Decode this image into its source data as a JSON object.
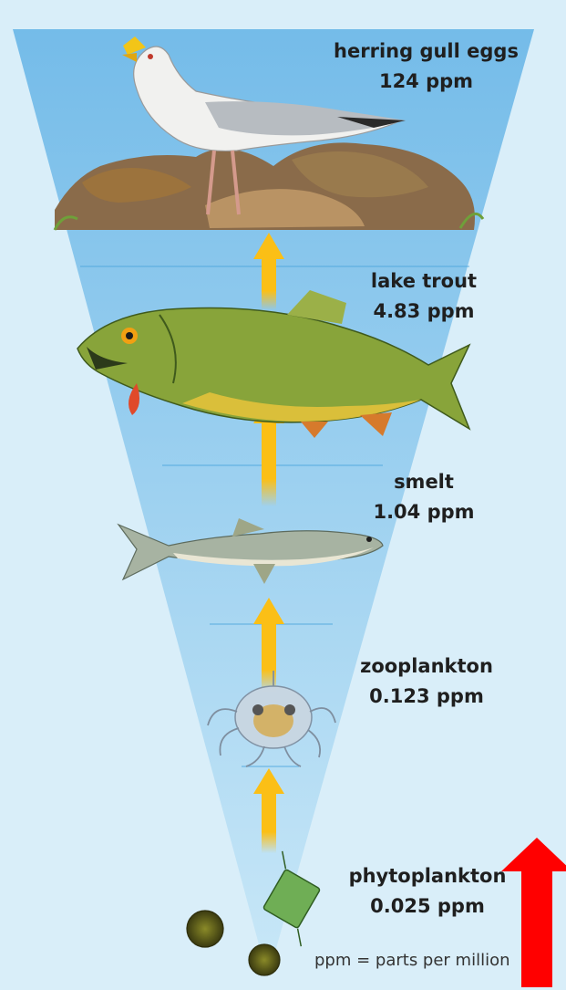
{
  "diagram": {
    "levels": [
      {
        "name": "herring gull eggs",
        "concentration": "124 ppm"
      },
      {
        "name": "lake trout",
        "concentration": "4.83 ppm"
      },
      {
        "name": "smelt",
        "concentration": "1.04 ppm"
      },
      {
        "name": "zooplankton",
        "concentration": "0.123 ppm"
      },
      {
        "name": "phytoplankton",
        "concentration": "0.025 ppm"
      }
    ],
    "footnote": "ppm = parts per million"
  },
  "colors": {
    "background": "#d9eef9",
    "funnel_light": "#c6e6f7",
    "funnel_dark": "#6fb9e8",
    "transfer_arrow": "#fbbf16",
    "increase_arrow": "#ff0000"
  },
  "icons": [
    "herring-gull-illustration",
    "lake-trout-illustration",
    "smelt-illustration",
    "zooplankton-illustration",
    "phytoplankton-illustration",
    "transfer-arrow-icon",
    "increase-arrow-icon"
  ]
}
